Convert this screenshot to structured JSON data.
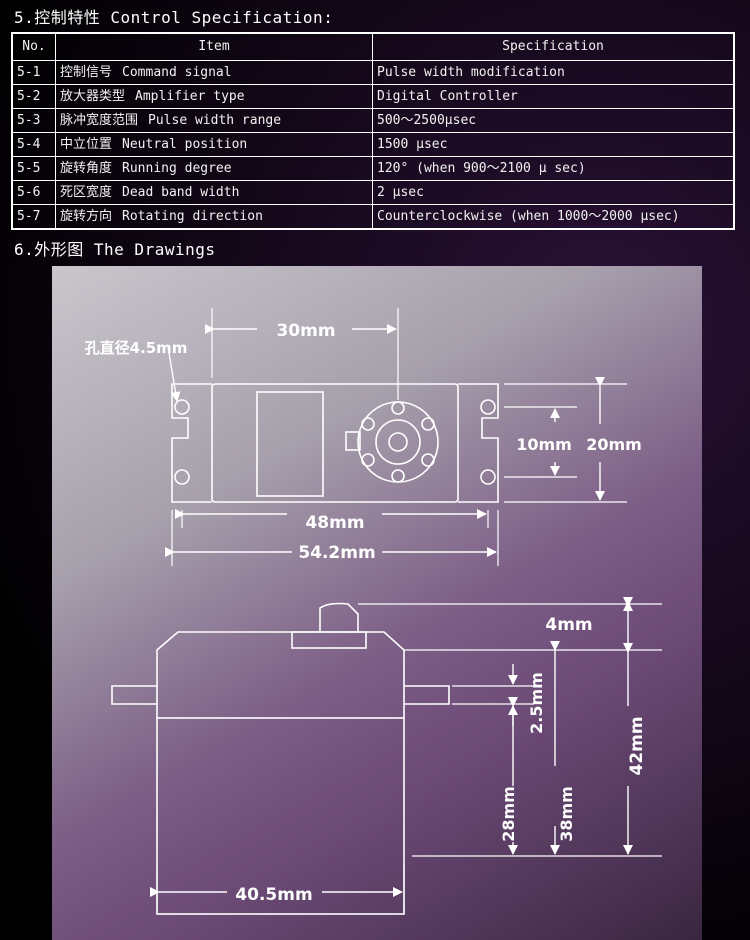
{
  "section5": {
    "title": "5.控制特性  Control Specification:"
  },
  "table": {
    "headers": {
      "no": "No.",
      "item": "Item",
      "spec": "Specification"
    },
    "rows": [
      {
        "no": "5-1",
        "item_cn": "控制信号",
        "item_en": "Command signal",
        "spec": "Pulse width modification"
      },
      {
        "no": "5-2",
        "item_cn": "放大器类型",
        "item_en": "Amplifier type",
        "spec": "Digital Controller"
      },
      {
        "no": "5-3",
        "item_cn": "脉冲宽度范围",
        "item_en": "Pulse width range",
        "spec": "500～2500μsec"
      },
      {
        "no": "5-4",
        "item_cn": "中立位置",
        "item_en": "Neutral position",
        "spec": "1500 μsec"
      },
      {
        "no": "5-5",
        "item_cn": "旋转角度",
        "item_en": "Running degree",
        "spec": "120° (when 900～2100 μ sec)"
      },
      {
        "no": "5-6",
        "item_cn": "死区宽度",
        "item_en": "Dead band width",
        "spec": "2 μsec"
      },
      {
        "no": "5-7",
        "item_cn": "旋转方向",
        "item_en": "Rotating direction",
        "spec": "Counterclockwise   (when 1000～2000 μsec)"
      }
    ]
  },
  "section6": {
    "title": "6.外形图 The Drawings"
  },
  "drawing": {
    "hole_label": "孔直径4.5mm",
    "dim_30": "30mm",
    "dim_10": "10mm",
    "dim_20": "20mm",
    "dim_48": "48mm",
    "dim_54": "54.2mm",
    "dim_4": "4mm",
    "dim_2_5": "2.5mm",
    "dim_42": "42mm",
    "dim_28": "28mm",
    "dim_38": "38mm",
    "dim_40_5": "40.5mm"
  }
}
